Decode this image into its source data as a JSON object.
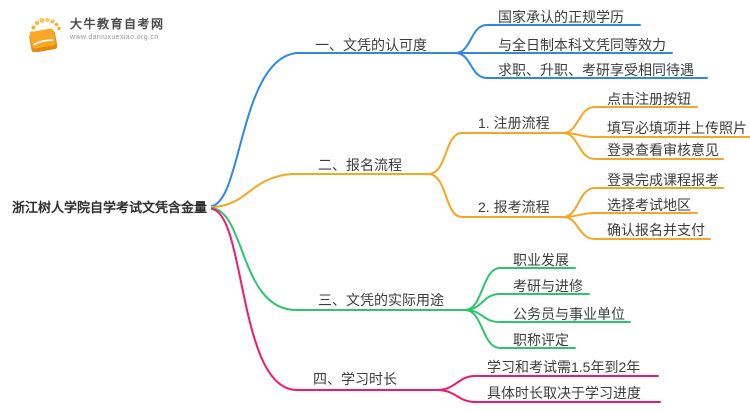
{
  "watermark": {
    "site_name": "大牛教育自考网",
    "site_url": "www.daniuxuexiao.org.cn"
  },
  "root": {
    "label": "浙江树人学院自学考试文凭含金量"
  },
  "colors": {
    "blue": "#2F88E8",
    "orange": "#F5A623",
    "green": "#2EC46E",
    "pink": "#EE1A6E"
  },
  "branches": [
    {
      "label": "一、文凭的认可度",
      "color": "#2F88E8",
      "leaves": [
        "国家承认的正规学历",
        "与全日制本科文凭同等效力",
        "求职、升职、考研享受相同待遇"
      ]
    },
    {
      "label": "二、报名流程",
      "color": "#F5A623",
      "children": [
        {
          "label": "1. 注册流程",
          "leaves": [
            "点击注册按钮",
            "填写必填项并上传照片",
            "登录查看审核意见"
          ]
        },
        {
          "label": "2. 报考流程",
          "leaves": [
            "登录完成课程报考",
            "选择考试地区",
            "确认报名并支付"
          ]
        }
      ]
    },
    {
      "label": "三、文凭的实际用途",
      "color": "#2EC46E",
      "leaves": [
        "职业发展",
        "考研与进修",
        "公务员与事业单位",
        "职称评定"
      ]
    },
    {
      "label": "四、学习时长",
      "color": "#EE1A6E",
      "leaves": [
        "学习和考试需1.5年到2年",
        "具体时长取决于学习进度"
      ]
    }
  ]
}
